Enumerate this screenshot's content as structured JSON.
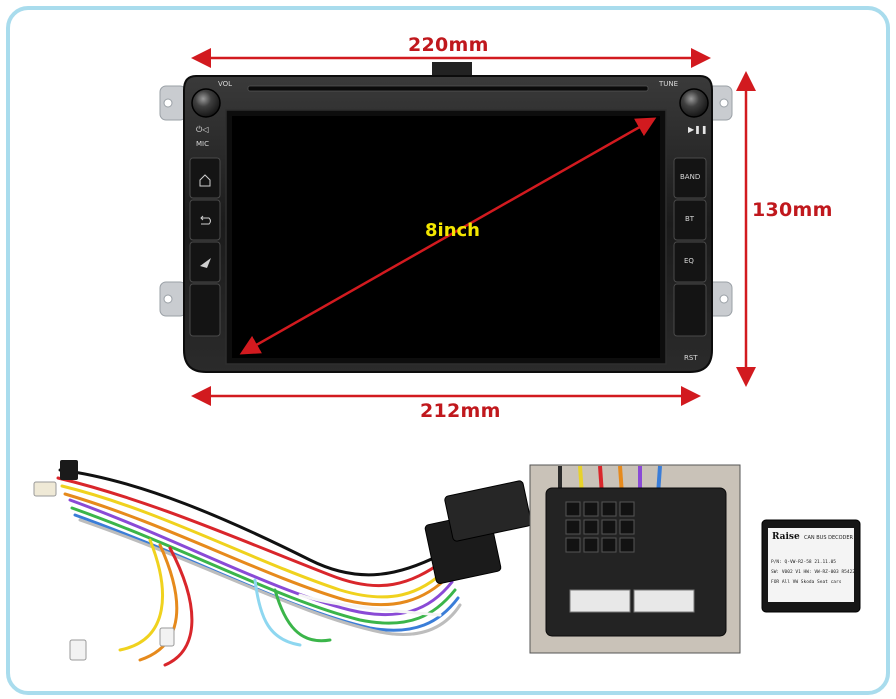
{
  "product_dimensions": {
    "top_width": "220mm",
    "screen_size": "8inch",
    "height": "130mm",
    "bottom_width": "212mm"
  },
  "unit_labels": {
    "vol": "VOL",
    "tune": "TUNE",
    "mic": "MIC",
    "rst": "RST",
    "band": "BAND",
    "bt": "BT",
    "eq": "EQ"
  },
  "decoder_label": {
    "brand": "Raise",
    "title": "CAN BUS DECODER",
    "line1": "P/N: Q-VW-R2-58   21.11.05",
    "line2": "SW: V002 V1 HW: VW-RZ-003 R5422",
    "line3": "FOR All VW Skoda Seat cars"
  },
  "colors": {
    "dimension_red": "#c0181d",
    "screen_label_yellow": "#f3e600",
    "frame_border": "#a9dced"
  }
}
